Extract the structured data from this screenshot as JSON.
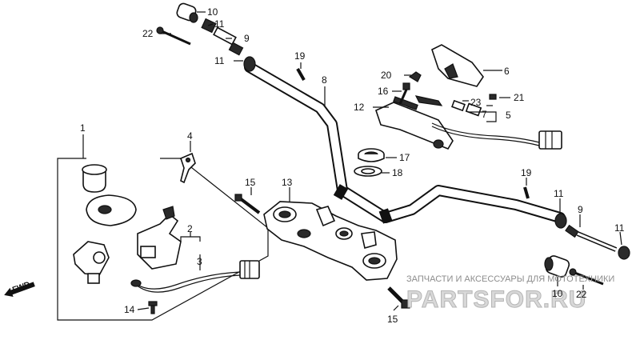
{
  "callouts": {
    "c1": "1",
    "c2": "2",
    "c3": "3",
    "c4": "4",
    "c5": "5",
    "c6": "6",
    "c7": "7",
    "c8": "8",
    "c9a": "9",
    "c9b": "9",
    "c10a": "10",
    "c10b": "10",
    "c11a": "11",
    "c11b": "11",
    "c11c": "11",
    "c11d": "11",
    "c12": "12",
    "c13": "13",
    "c14": "14",
    "c15a": "15",
    "c15b": "15",
    "c16": "16",
    "c17": "17",
    "c18": "18",
    "c19a": "19",
    "c19b": "19",
    "c20": "20",
    "c21": "21",
    "c22a": "22",
    "c22b": "22",
    "c23": "23"
  },
  "fwd_label": "FWD",
  "watermark": {
    "line1": "ЗАПЧАСТИ И АКСЕССУАРЫ ДЛЯ МОТОТЕХНИКИ",
    "line2": "PARTSFOR.RU"
  },
  "colors": {
    "ink": "#111111",
    "watermark": "#b5b5b5"
  }
}
